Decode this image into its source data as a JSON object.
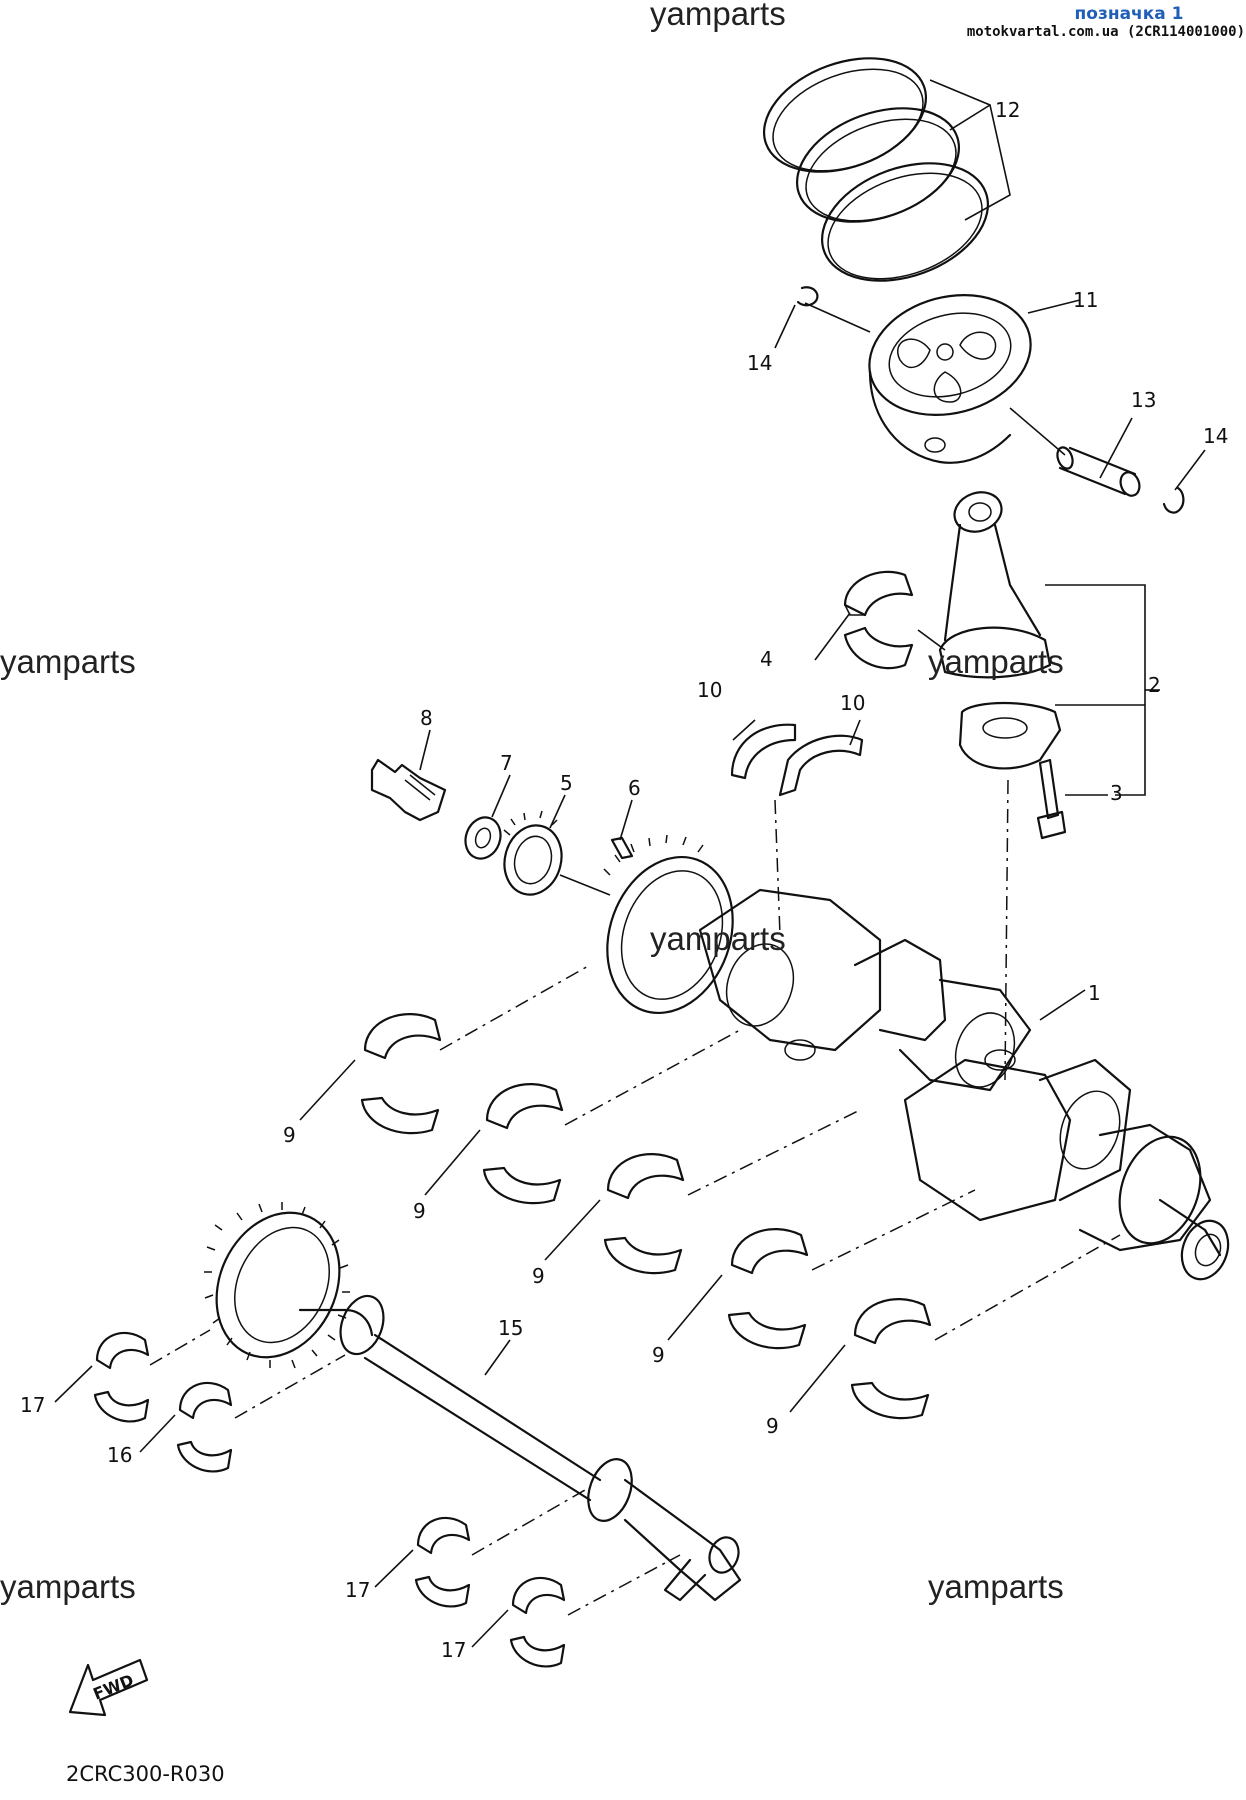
{
  "header": {
    "link": "позначка 1",
    "source": "motokvartal.com.ua (2CR114001000)"
  },
  "watermarks": [
    "yamparts",
    "yamparts",
    "yamparts",
    "yamparts",
    "yamparts",
    "yamparts"
  ],
  "callouts": {
    "c1": "1",
    "c2": "2",
    "c3": "3",
    "c4": "4",
    "c5": "5",
    "c6": "6",
    "c7": "7",
    "c8": "8",
    "c9a": "9",
    "c9b": "9",
    "c9c": "9",
    "c9d": "9",
    "c9e": "9",
    "c10a": "10",
    "c10b": "10",
    "c11": "11",
    "c12": "12",
    "c13": "13",
    "c14a": "14",
    "c14b": "14",
    "c15": "15",
    "c16": "16",
    "c17a": "17",
    "c17b": "17",
    "c17c": "17"
  },
  "fwd_label": "FWD",
  "diagram_code": "2CRC300-R030"
}
